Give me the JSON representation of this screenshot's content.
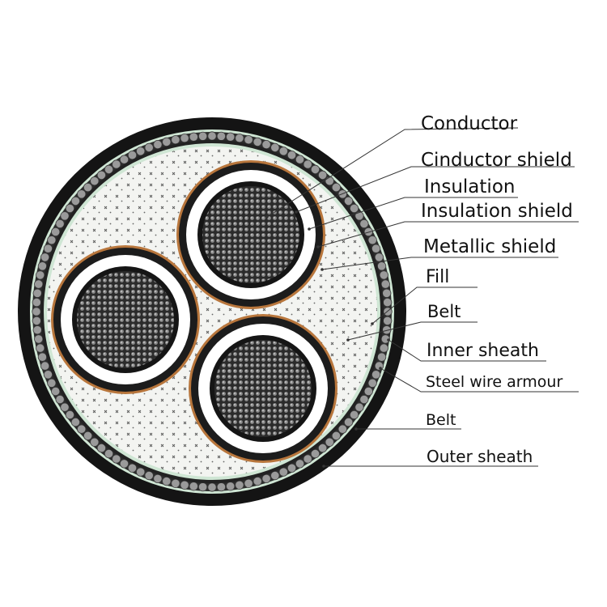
{
  "labels": [
    "Conductor",
    "Cinductor shield",
    "Insulation",
    "Insulation shield",
    "Metallic shield",
    "Fill",
    "Belt",
    "Inner sheath",
    "Steel wire armour",
    "Belt",
    "Outer sheath"
  ],
  "colors": {
    "outer_sheath": "#141414",
    "belt_green": "#cfe6d4",
    "armour_wire": "#9a9a9a",
    "fill": "#f3f4f1",
    "copper": "#b8763c",
    "insulation": "#ffffff",
    "conductor": "#3a3a3a",
    "leader": "#333333"
  }
}
